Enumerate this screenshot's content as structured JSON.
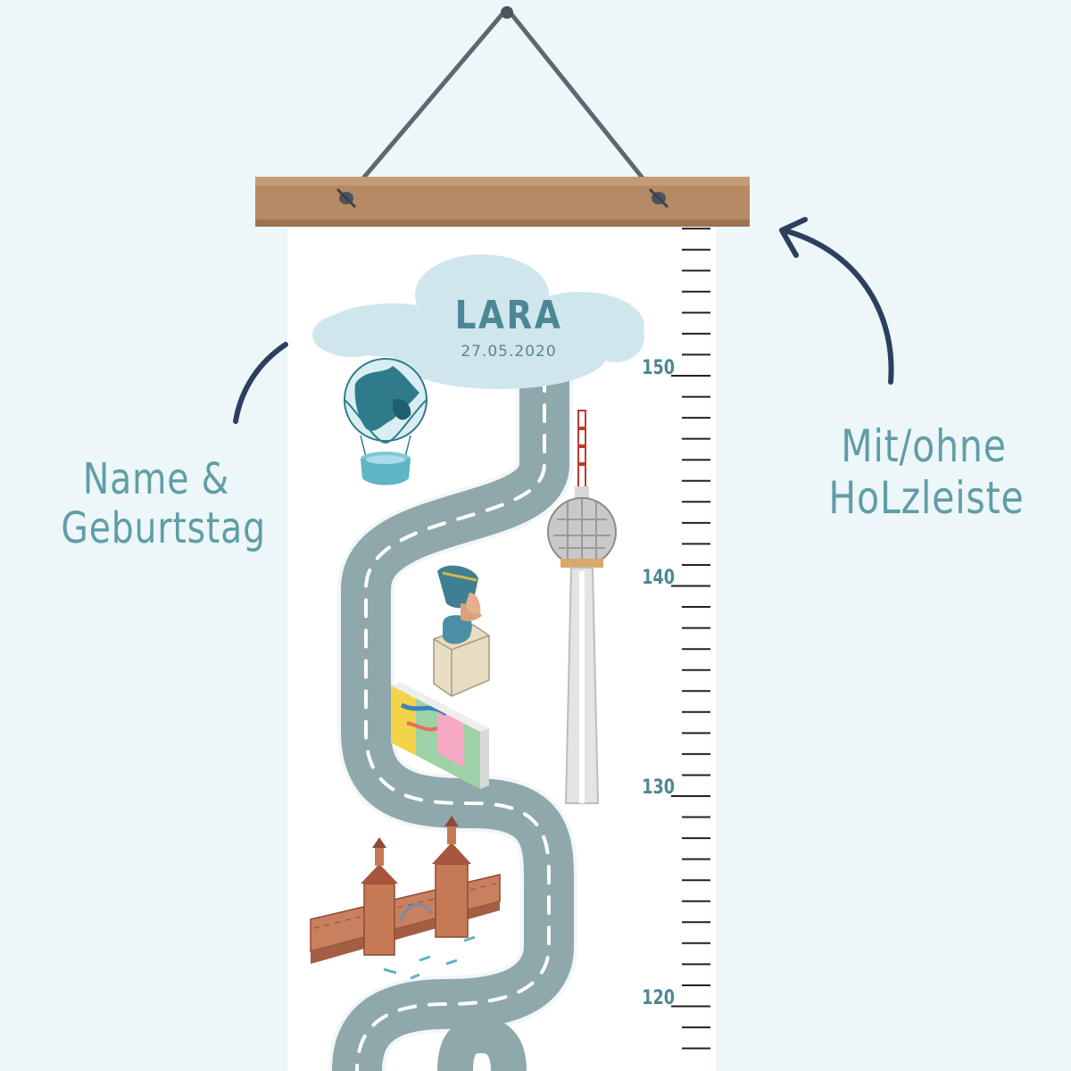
{
  "chart": {
    "name": "LARA",
    "birthdate": "27.05.2020"
  },
  "annotations": {
    "left": [
      "Name &",
      "Geburtstag"
    ],
    "right": [
      "Mit/ohne",
      "HoLzleiste"
    ]
  },
  "ruler": {
    "labels": [
      "150",
      "140",
      "130",
      "120"
    ]
  },
  "colors": {
    "background": "#edf6f8",
    "accent": "#5f9ea7",
    "arrow": "#2c3f5e",
    "road": "#8fa8ac",
    "cloud": "#cfe6ec",
    "wood": "#b58a64"
  },
  "icons": [
    "hot-air-balloon-globe-icon",
    "tv-tower-icon",
    "nefertiti-bust-icon",
    "berlin-wall-icon",
    "oberbaum-bridge-icon"
  ]
}
